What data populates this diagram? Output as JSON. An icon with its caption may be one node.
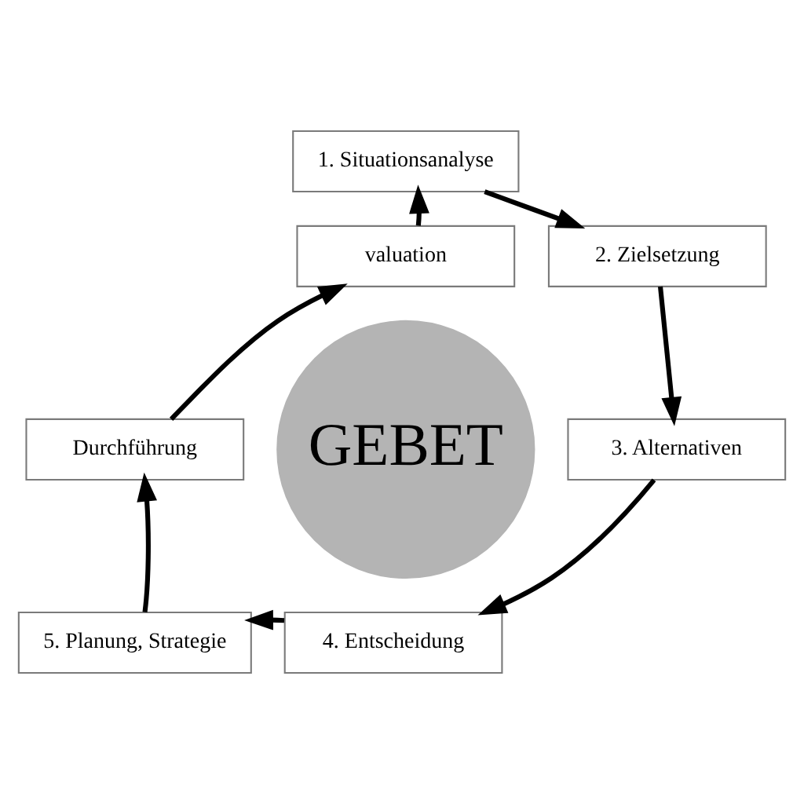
{
  "diagram": {
    "nodes": [
      {
        "text": [
          "GEBET"
        ]
      },
      {
        "text": [
          "1. Situationsanalyse"
        ]
      },
      {
        "text": [
          "2. Zielsetzung"
        ]
      },
      {
        "text": [
          "3. Alternativen"
        ]
      },
      {
        "text": [
          "4. Entscheidung"
        ]
      },
      {
        "text": [
          "5. Planung, Strategie"
        ]
      },
      {
        "text": [
          "Durchführung"
        ]
      },
      {
        "text": [
          "valuation"
        ]
      }
    ],
    "edges": [
      {
        "from": 1,
        "to": 2,
        "arrow": "to"
      },
      {
        "from": 2,
        "to": 3,
        "arrow": "to"
      },
      {
        "from": 3,
        "to": 4,
        "arrow": "to"
      },
      {
        "from": 4,
        "to": 5,
        "arrow": "to"
      },
      {
        "from": 5,
        "to": 6,
        "arrow": "to"
      },
      {
        "from": 6,
        "to": 7,
        "arrow": "to"
      },
      {
        "from": 7,
        "to": 1,
        "arrow": "to"
      }
    ]
  }
}
